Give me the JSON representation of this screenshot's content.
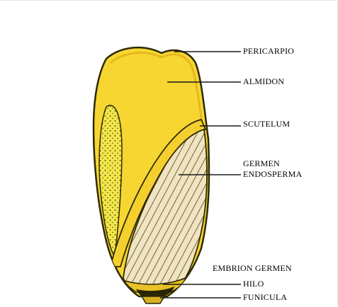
{
  "figure": {
    "labels": {
      "pericarpio": "PERICARPIO",
      "almidon": "ALMIDON",
      "scutelum": "SCUTELUM",
      "germen": "GERMEN",
      "endosperma": "ENDOSPERMA",
      "embrion_germen": "EMBRION GERMEN",
      "hilo": "HILO",
      "funicula": "FUNICULA"
    },
    "colors": {
      "kernel_fill": "#f7d631",
      "kernel_outline": "#2f2a05",
      "pericarp_rim": "#e5b81f",
      "soft_endosperm": "#f2e64a",
      "germ_hatch": "#7a6e45",
      "germ_fill": "#f1e4c2",
      "hilum_dark": "#2a2405",
      "leader_line": "#1a1a1a"
    }
  }
}
